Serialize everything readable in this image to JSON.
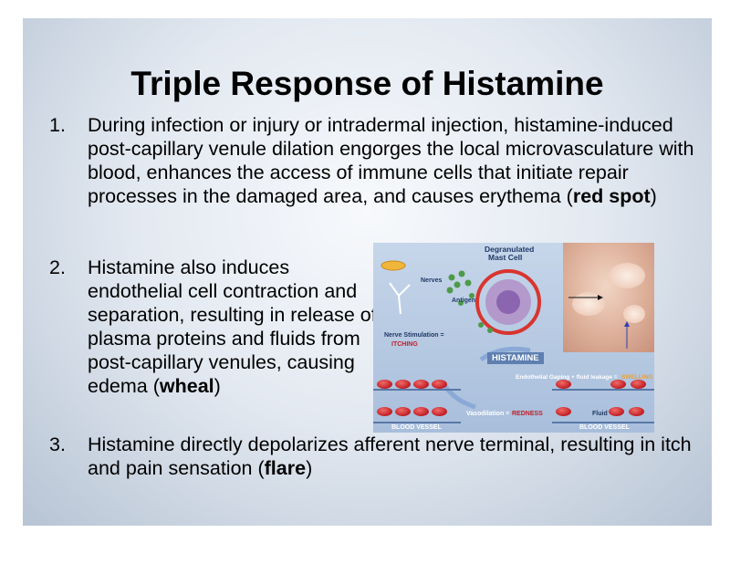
{
  "slide": {
    "title": "Triple Response of Histamine",
    "items": [
      {
        "number": "1.",
        "text_before": "During infection or injury or intradermal injection, histamine-induced post-capillary venule dilation engorges the local microvasculature with blood, enhances the access of immune cells that initiate repair processes in the damaged area, and causes erythema (",
        "bold": "red spot",
        "text_after": ")"
      },
      {
        "number": "2.",
        "text_before": "Histamine also induces endothelial cell contraction and separation, resulting in release of plasma proteins and fluids from post-capillary venules, causing edema (",
        "bold": "wheal",
        "text_after": ")"
      },
      {
        "number": "3.",
        "text_before": "Histamine directly depolarizes afferent nerve terminal, resulting in itch and pain sensation (",
        "bold": "flare",
        "text_after": ")"
      }
    ],
    "figure": {
      "mast_cell_label_1": "Degranulated",
      "mast_cell_label_2": "Mast Cell",
      "nerves": "Nerves",
      "antigen": "Antigen",
      "nerve_stimulation": "Nerve Stimulation =",
      "itching": "ITCHING",
      "histamine": "HISTAMINE",
      "endothelial": "Endothelial Gaping + fluid leakage =",
      "swelling": "SWELLING",
      "vasodilation": "Vasodilation =",
      "redness": "REDNESS",
      "fluid": "Fluid",
      "blood_vessel_left": "BLOOD VESSEL",
      "blood_vessel_right": "BLOOD VESSEL"
    }
  },
  "colors": {
    "text": "#000000",
    "figure_red": "#c0202a",
    "figure_blue": "#a8bedb"
  }
}
